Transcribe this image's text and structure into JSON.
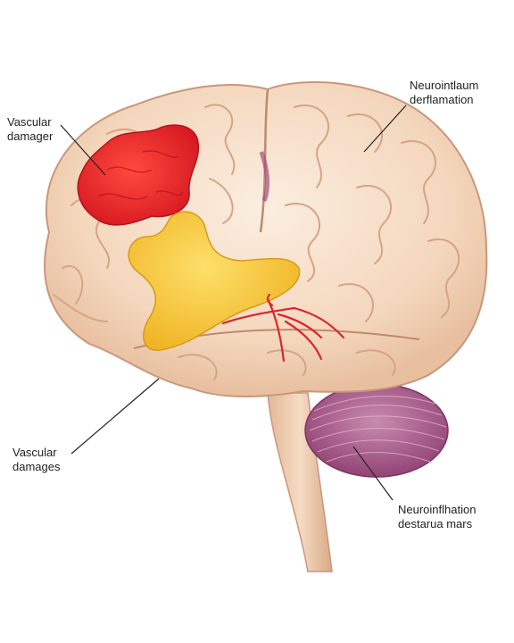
{
  "colors": {
    "brain_fill": "#f6dcc4",
    "brain_outline": "#c9977c",
    "vascular_damage_red": "#e8262b",
    "yellow_region": "#f6c93b",
    "cerebellum": "#a95a8a",
    "leader_line": "#222222"
  },
  "labels": {
    "top_left": [
      "Vascular",
      "damager"
    ],
    "top_right": [
      "Neurointlaum",
      "derflamation"
    ],
    "bottom_left": [
      "Vascular",
      "damages"
    ],
    "bottom_right": [
      "Neuroinflhation",
      "destarua mars"
    ]
  }
}
